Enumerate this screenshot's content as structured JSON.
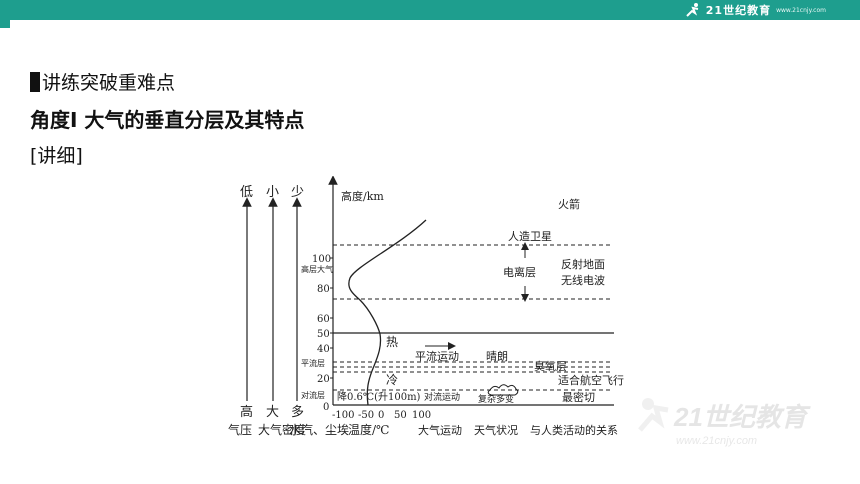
{
  "brand": {
    "name": "21世纪教育",
    "sub": "www.21cnjy.com",
    "icon": "runner-logo-icon",
    "color": "#1e9e8e"
  },
  "section": {
    "title": "讲练突破重难点"
  },
  "subtitle": "角度Ⅰ 大气的垂直分层及其特点",
  "detail_label": "[讲细]",
  "figure": {
    "arrow_labels": [
      "低",
      "小",
      "少"
    ],
    "bottom_small": [
      "高",
      "大",
      "多"
    ],
    "axis_title": "高度/km",
    "y_ticks": [
      "100",
      "80",
      "60",
      "50",
      "40",
      "20",
      "0"
    ],
    "layers": {
      "upper": "高层大气",
      "strat": "平流层",
      "tropo": "对流层"
    },
    "lapse_rate": "降0.6℃(升100m)",
    "temp_ticks": [
      "-100",
      "-50",
      "0",
      "50",
      "100"
    ],
    "bottom_labels": [
      "气压",
      "大气密度",
      "水汽、尘埃",
      "温度/℃",
      "大气运动",
      "天气状况",
      "与人类活动的关系"
    ],
    "annotations": {
      "rocket": "火箭",
      "satellite": "人造卫星",
      "ionosphere": "电离层",
      "reflect": "反射地面",
      "radio": "无线电波",
      "hot": "热",
      "horizontal": "平流运动",
      "sunny": "晴朗",
      "ozone": "臭氧层",
      "aviation": "适合航空飞行",
      "cold": "冷",
      "convection": "对流运动",
      "complex": "复杂多变",
      "closest": "最密切"
    }
  },
  "watermark": {
    "text": "21世纪教育",
    "url": "www.21cnjy.com"
  }
}
